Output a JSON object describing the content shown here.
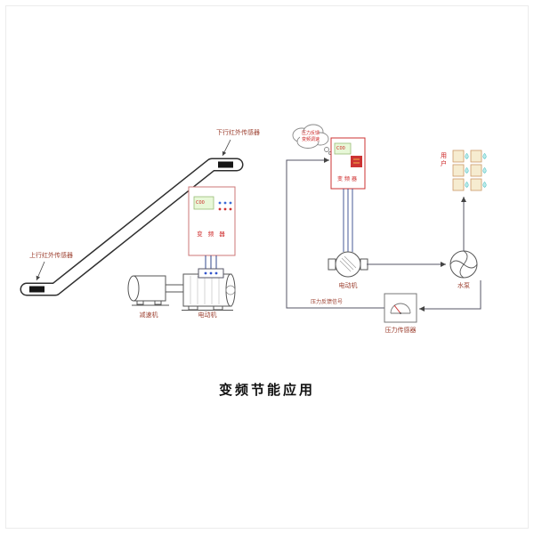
{
  "page": {
    "title": "变频节能应用"
  },
  "escalator_system": {
    "sensor_top_label": "下行红外传感器",
    "sensor_bottom_label": "上行红外传感器",
    "inverter": {
      "label": "变 频 器",
      "display": "C00"
    },
    "reducer_label": "减速机",
    "motor_label": "电动机"
  },
  "pump_system": {
    "cloud": {
      "line1": "压力反馈",
      "line2": "变频调速"
    },
    "inverter": {
      "label": "变频器",
      "display": "C00"
    },
    "motor_label": "电动机",
    "pump_label": "水泵",
    "user_label": "用户",
    "feedback_signal_label": "压力反馈信号",
    "pressure_sensor_label": "压力传感器"
  },
  "colors": {
    "accent_red": "#cc2222",
    "label_maroon": "#9c3f2f",
    "line": "#555555",
    "cable_blue": "#33498c",
    "display_green": "#e8f8d8",
    "user_box_fill": "#f6ecd0",
    "water_drop": "#5bc8c8"
  }
}
